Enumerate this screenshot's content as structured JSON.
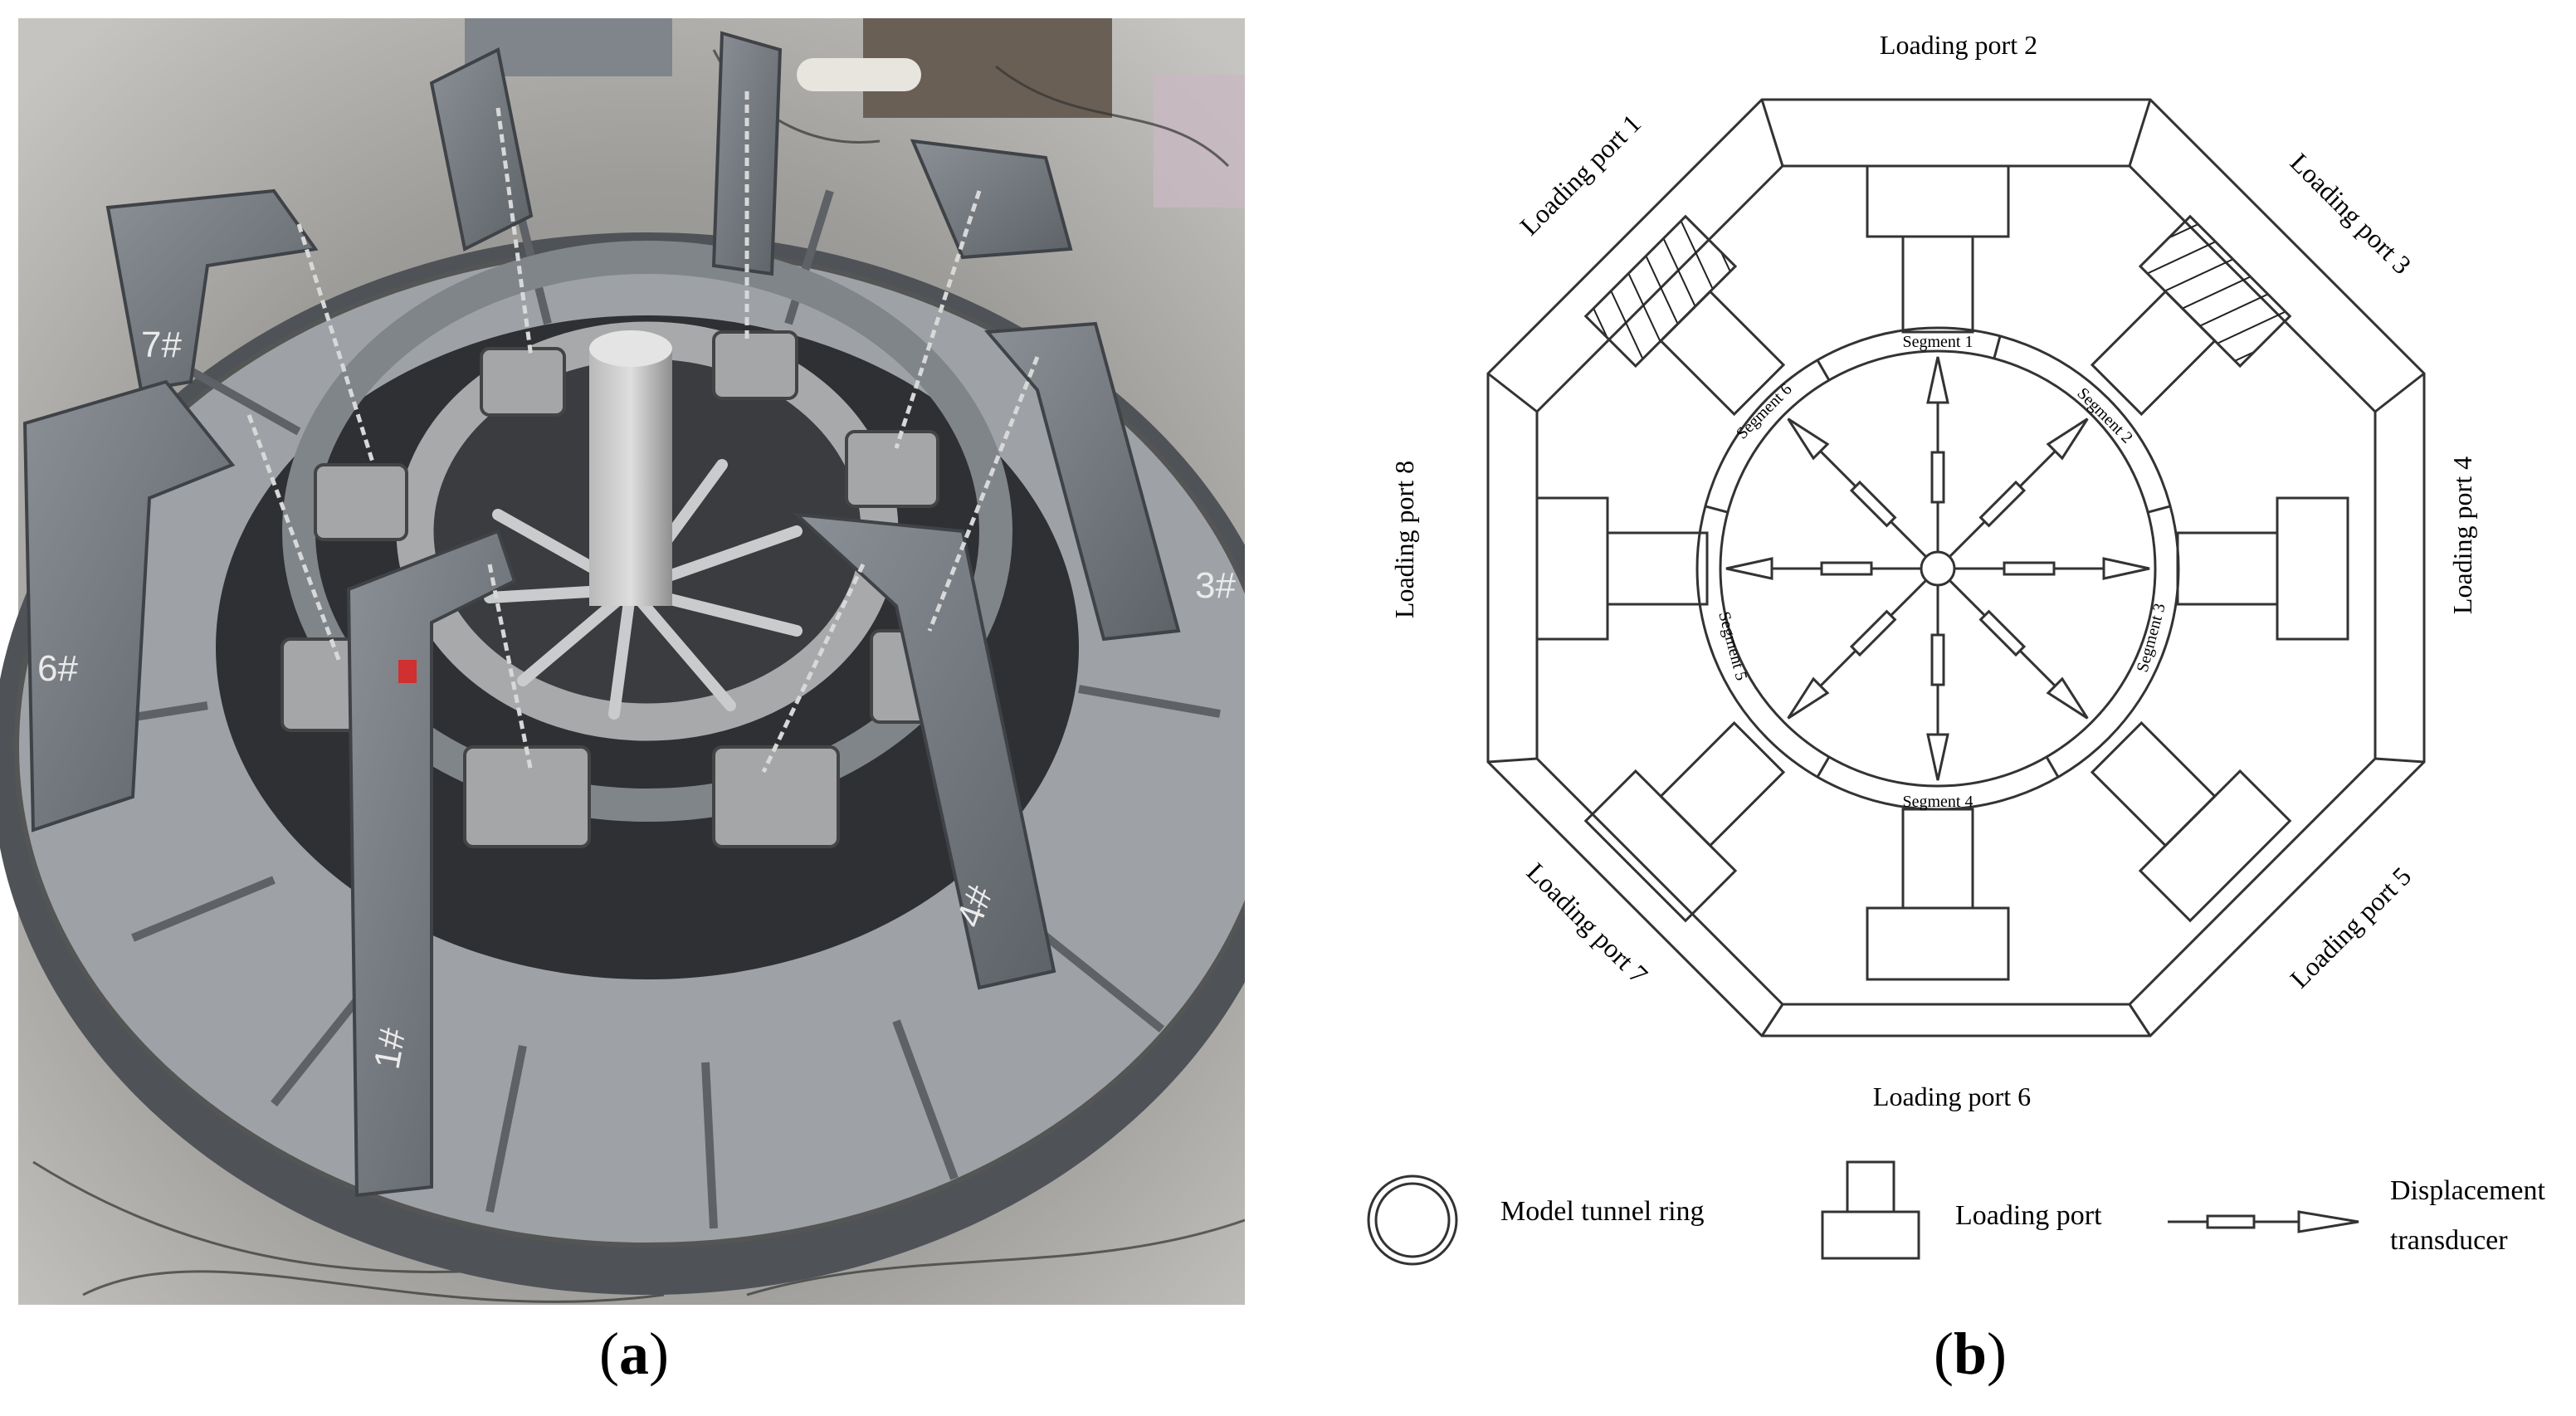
{
  "captions": {
    "a_open": "(",
    "a_letter": "a",
    "a_close": ")",
    "b_open": "(",
    "b_letter": "b",
    "b_close": ")"
  },
  "diagram": {
    "ports": [
      "Loading port 1",
      "Loading port 2",
      "Loading port 3",
      "Loading port 4",
      "Loading port 5",
      "Loading port 6",
      "Loading port 7",
      "Loading port 8"
    ],
    "segments": [
      "Segment 1",
      "Segment 2",
      "Segment 3",
      "Segment 4",
      "Segment 5",
      "Segment 6"
    ],
    "legend": {
      "ring": "Model tunnel ring",
      "port": "Loading port",
      "transducer_line1": "Displacement",
      "transducer_line2": "transducer"
    }
  },
  "photo": {
    "labels": [
      "7#",
      "3#",
      "6#",
      "4#",
      "1#"
    ],
    "description_colors": {
      "steel": "#6f757b",
      "floor": "#bfbebb",
      "dark": "#2a2c2e"
    }
  }
}
